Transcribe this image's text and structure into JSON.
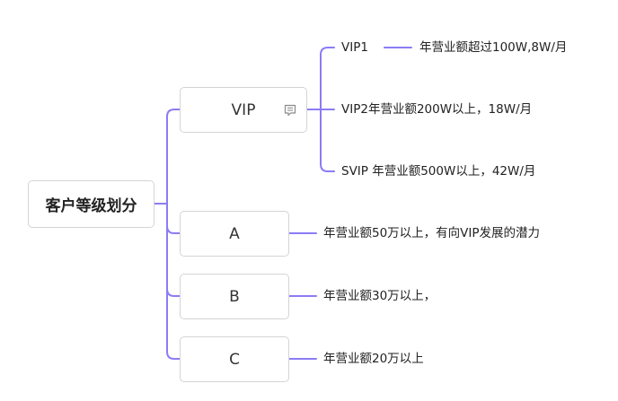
{
  "root": {
    "label": "客户等级划分"
  },
  "branches": [
    {
      "label": "VIP",
      "icon": "comment-icon",
      "children": [
        {
          "label": "VIP1",
          "sub": "年营业额超过100W,8W/月"
        },
        {
          "label": "VIP2年营业额200W以上，18W/月"
        },
        {
          "label": "SVIP 年营业额500W以上，42W/月"
        }
      ]
    },
    {
      "label": "A",
      "children": [
        {
          "label": "年营业额50万以上，有向VIP发展的潜力"
        }
      ]
    },
    {
      "label": "B",
      "children": [
        {
          "label": "年营业额30万以上，"
        }
      ]
    },
    {
      "label": "C",
      "children": [
        {
          "label": "年营业额20万以上"
        }
      ]
    }
  ],
  "colors": {
    "connector": "#8b7cf6",
    "node_border": "#d4d4d4",
    "text": "#222222"
  }
}
